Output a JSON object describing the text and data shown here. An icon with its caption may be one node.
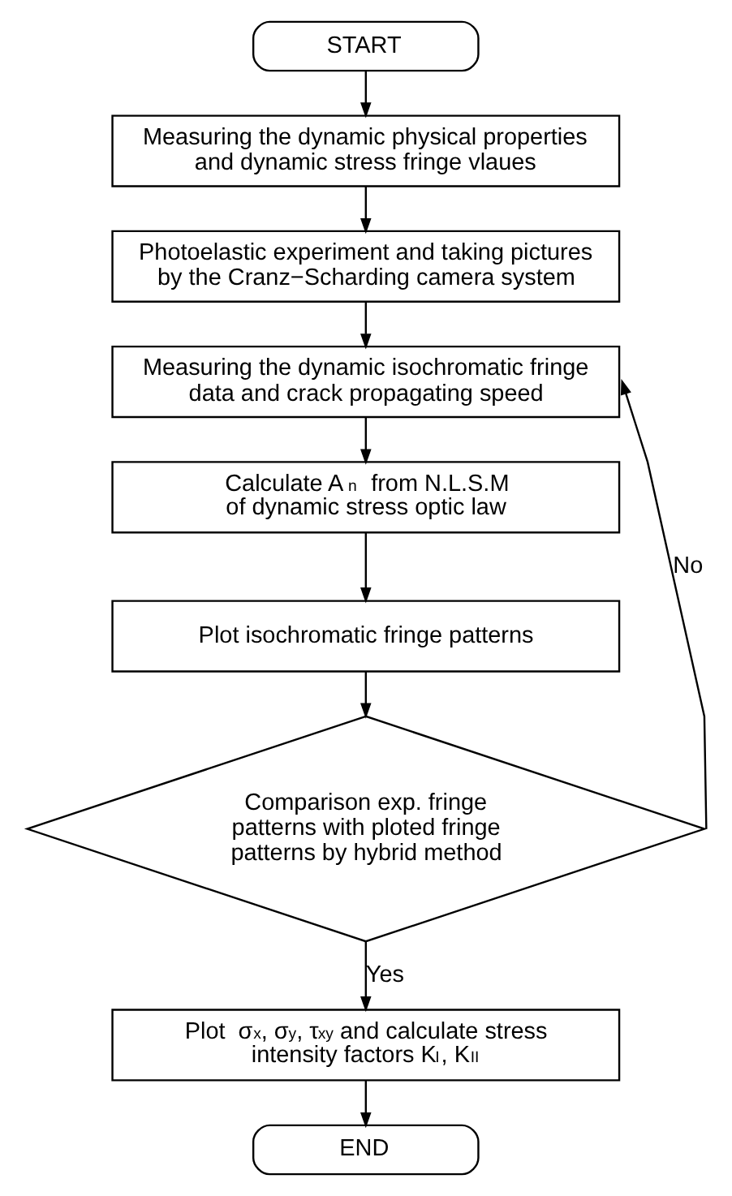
{
  "diagram": {
    "nodes": [
      {
        "text": [
          "START"
        ]
      },
      {
        "text": [
          "Measuring the dynamic physical properties and dynamic stress fringe vlaues"
        ]
      },
      {
        "text": [
          "Photoelastic experiment and taking pictures by the Cranz−Scharding camera system"
        ]
      },
      {
        "text": [
          "Measuring the dynamic isochromatic fringe data and crack propagating speed"
        ]
      },
      {
        "text": [
          "Calculate A$_{n}$  from N.L.S.M of dynamic stress optic law"
        ]
      },
      {
        "text": [
          "Plot isochromatic fringe patterns"
        ]
      },
      {
        "text": [
          "Comparison exp. fringe patterns with ploted fringe patterns by hybrid method"
        ]
      },
      {
        "text": [
          "Plot  σ$_{x}$, σ$_{y}$, τ$_{xy}$ and calculate stress intensity factors K$_{I}$, K$_{II}$"
        ]
      },
      {
        "text": [
          "END"
        ]
      }
    ],
    "edges": [
      {
        "from": 0,
        "to": 1,
        "arrow": "to"
      },
      {
        "from": 1,
        "to": 2,
        "arrow": "to"
      },
      {
        "from": 2,
        "to": 3,
        "arrow": "to"
      },
      {
        "from": 3,
        "to": 4,
        "arrow": "to"
      },
      {
        "from": 4,
        "to": 5,
        "arrow": "to"
      },
      {
        "from": 5,
        "to": 6,
        "arrow": "to"
      },
      {
        "from": 6,
        "to": 3,
        "arrow": "to",
        "label": "No"
      },
      {
        "from": 6,
        "to": 7,
        "arrow": "to",
        "label": "Yes"
      },
      {
        "from": 7,
        "to": 8,
        "arrow": "to"
      }
    ]
  }
}
